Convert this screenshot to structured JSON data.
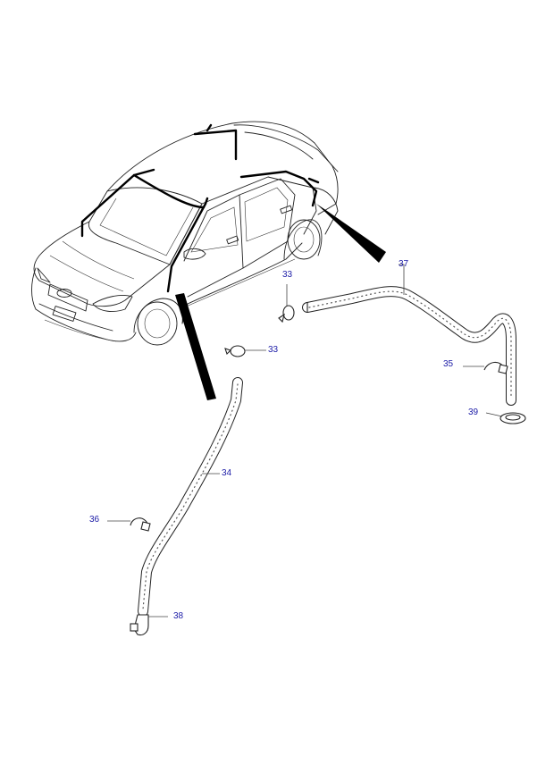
{
  "callouts": [
    {
      "id": "c33a",
      "label": "33",
      "part": "hose-clamp"
    },
    {
      "id": "c33b",
      "label": "33",
      "part": "hose-clamp"
    },
    {
      "id": "c34",
      "label": "34",
      "part": "drain-hose-front"
    },
    {
      "id": "c35",
      "label": "35",
      "part": "hose-clamp"
    },
    {
      "id": "c36",
      "label": "36",
      "part": "hose-clamp"
    },
    {
      "id": "c37",
      "label": "37",
      "part": "drain-hose-rear"
    },
    {
      "id": "c38",
      "label": "38",
      "part": "hose-connector"
    },
    {
      "id": "c39",
      "label": "39",
      "part": "grommet"
    }
  ],
  "colors": {
    "callout_text": "#1a1aa6",
    "line": "#222222",
    "background": "#ffffff"
  }
}
